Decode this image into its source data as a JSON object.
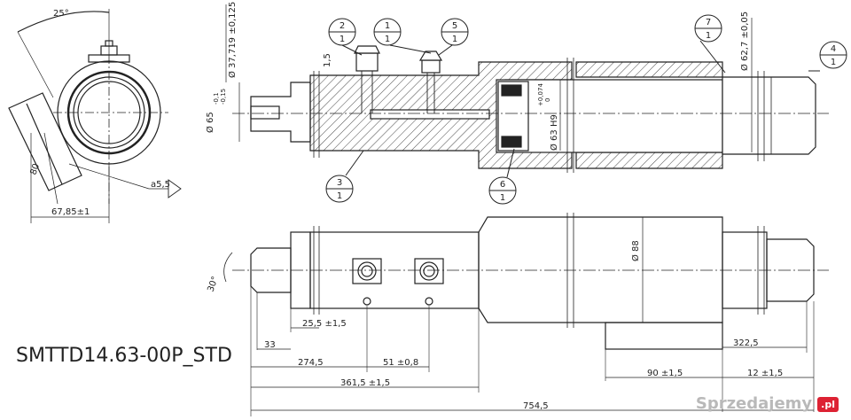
{
  "title": "SMTTD14.63-00P_STD",
  "watermark": {
    "text": "Sprzedajemy",
    "badge": ".pl"
  },
  "balloons": [
    {
      "id": "b2",
      "top": "2",
      "bottom": "1"
    },
    {
      "id": "b1",
      "top": "1",
      "bottom": "1"
    },
    {
      "id": "b5",
      "top": "5",
      "bottom": "1"
    },
    {
      "id": "b7",
      "top": "7",
      "bottom": "1"
    },
    {
      "id": "b4",
      "top": "4",
      "bottom": "1"
    },
    {
      "id": "b3",
      "top": "3",
      "bottom": "1"
    },
    {
      "id": "b6",
      "top": "6",
      "bottom": "1"
    }
  ],
  "dims": {
    "angle25": "25°",
    "d80": "80",
    "a55": "a5,5",
    "d6785": "67,85±1",
    "dia37719": "Ø 37,719 ±0,125",
    "d15": "1,5",
    "dia65": "Ø 65",
    "dia65tol_top": "-0,1",
    "dia65tol_bot": "-0,15",
    "dia63": "Ø 63 H9",
    "dia63tol_top": "+0,074",
    "dia63tol_bot": "0",
    "dia627": "Ø 62,7 ±0,05",
    "dia88": "Ø 88",
    "angle30": "30°",
    "d255": "25,5 ±1,5",
    "d33": "33",
    "d2745": "274,5",
    "d51": "51 ±0,8",
    "d3615": "361,5 ±1,5",
    "d7545": "754,5",
    "d3225": "322,5",
    "d90": "90 ±1,5",
    "d12": "12 ±1,5"
  }
}
